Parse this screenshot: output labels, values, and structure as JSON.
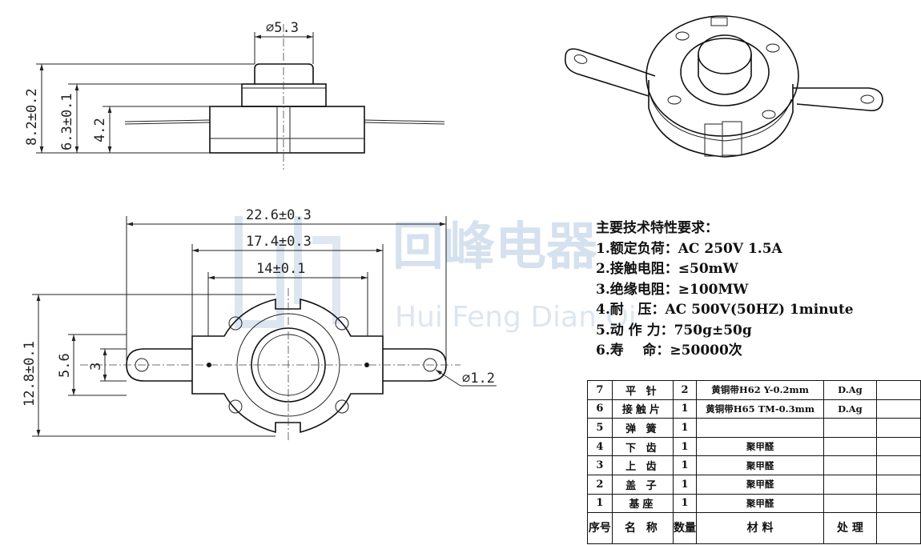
{
  "watermark": {
    "chinese": "回峰电器",
    "pinyin": "Hui Feng Dian Qi"
  },
  "dimensions": {
    "top_view": {
      "diameter": "⌀5.3",
      "height_total": "8.2±0.2",
      "height_mid": "6.3±0.1",
      "height_base": "4.2"
    },
    "bottom_view": {
      "width_total": "22.6±0.3",
      "width_body": "17.4±0.3",
      "width_inner": "14±0.1",
      "height_total": "12.8±0.1",
      "height_tab": "5.6",
      "height_slot": "3",
      "hole_diameter": "⌀1.2"
    }
  },
  "specs": {
    "title": "主要技术特性要求：",
    "lines": [
      "1.额定负荷：AC 250V 1.5A",
      "2.接触电阻：≤50mW",
      "3.绝缘电阻：≥100MW",
      "4.耐   压：AC 500V(50HZ) 1minute",
      "5.动 作 力：750g±50g",
      "6.寿    命：≥50000次"
    ]
  },
  "bom": {
    "rows": [
      {
        "no": "7",
        "name": "平 针",
        "qty": "2",
        "material": "黄铜带H62 Y-0.2mm",
        "treatment": "D.Ag"
      },
      {
        "no": "6",
        "name": "接触片",
        "qty": "1",
        "material": "黄铜带H65 TM-0.3mm",
        "treatment": "D.Ag"
      },
      {
        "no": "5",
        "name": "弹 簧",
        "qty": "1",
        "material": "",
        "treatment": ""
      },
      {
        "no": "4",
        "name": "下 齿",
        "qty": "1",
        "material": "聚甲醛",
        "treatment": ""
      },
      {
        "no": "3",
        "name": "上 齿",
        "qty": "1",
        "material": "聚甲醛",
        "treatment": ""
      },
      {
        "no": "2",
        "name": "盖 子",
        "qty": "1",
        "material": "聚甲醛",
        "treatment": ""
      },
      {
        "no": "1",
        "name": "基座",
        "qty": "1",
        "material": "聚甲醛",
        "treatment": ""
      }
    ],
    "header": {
      "no": "序号",
      "name": "名 称",
      "qty": "数量",
      "material": "材 料",
      "treatment": "处 理"
    }
  }
}
